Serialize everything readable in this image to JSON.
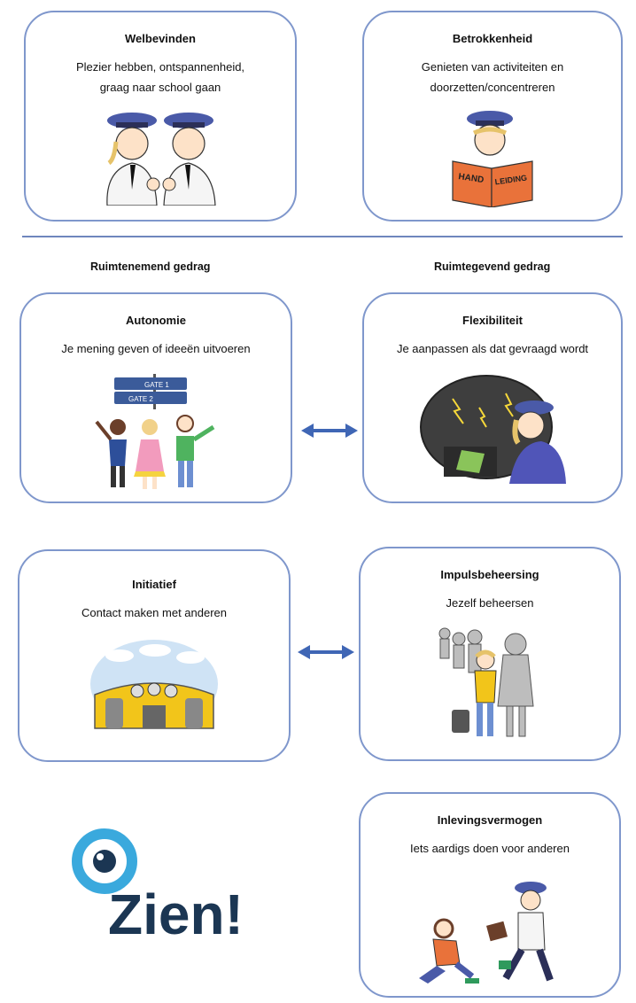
{
  "cards": {
    "welbevinden": {
      "title": "Welbevinden",
      "desc_line1": "Plezier hebben, ontspannenheid,",
      "desc_line2": "graag naar school gaan"
    },
    "betrokkenheid": {
      "title": "Betrokkenheid",
      "desc_line1": "Genieten van activiteiten en",
      "desc_line2": "doorzetten/concentreren",
      "book_left": "HAND",
      "book_right": "LEIDING"
    },
    "autonomie": {
      "title": "Autonomie",
      "desc_line1": "Je mening geven of ideeën uitvoeren",
      "sign_top": "GATE 1",
      "sign_bottom": "GATE 2"
    },
    "flexibiliteit": {
      "title": "Flexibiliteit",
      "desc_line1": "Je aanpassen als dat gevraagd wordt"
    },
    "initiatief": {
      "title": "Initiatief",
      "desc_line1": "Contact maken met anderen"
    },
    "impulsbeheersing": {
      "title": "Impulsbeheersing",
      "desc_line1": "Jezelf beheersen"
    },
    "inlevingsvermogen": {
      "title": "Inlevingsvermogen",
      "desc_line1": "Iets aardigs doen voor anderen"
    }
  },
  "sections": {
    "left": "Ruimtenemend gedrag",
    "right": "Ruimtegevend gedrag"
  },
  "logo": {
    "text": "Zien!"
  },
  "colors": {
    "card_border": "#7f97cc",
    "arrow": "#3f66b5",
    "logo_text": "#1b3653",
    "logo_ring": "#3aa9dd",
    "cap": "#4a5aa8"
  },
  "icons": [
    "double-arrow-icon",
    "eye-icon"
  ]
}
